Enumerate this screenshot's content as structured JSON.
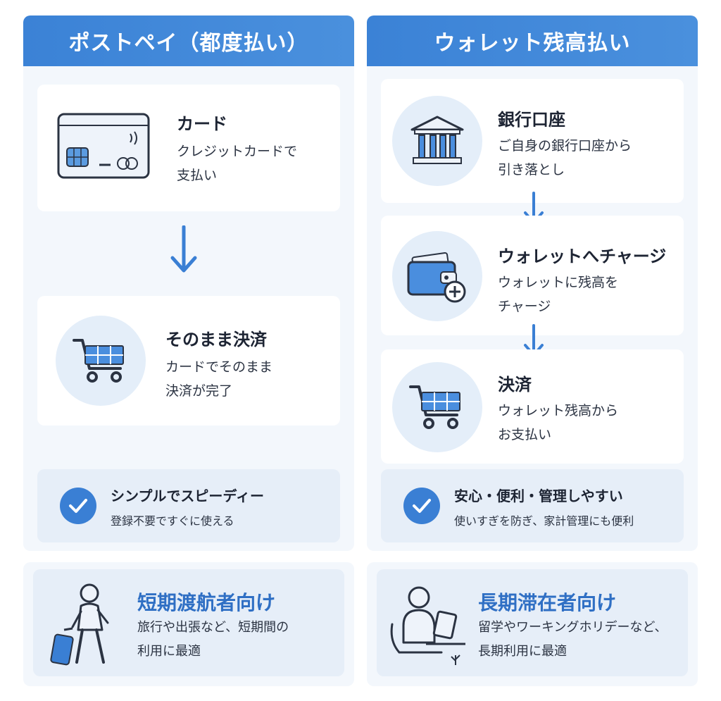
{
  "left": {
    "header": "ポストペイ（都度払い）",
    "steps": [
      {
        "icon": "credit-card-icon",
        "title": "カード",
        "desc": "クレジットカードで\n支払い"
      },
      {
        "icon": "shopping-cart-icon",
        "title": "そのまま決済",
        "desc": "カードでそのまま\n決済が完了"
      }
    ],
    "feature": {
      "title": "シンプルでスピーディー",
      "desc": "登録不要ですぐに使える"
    },
    "target": {
      "icon": "traveler-icon",
      "title": "短期渡航者向け",
      "desc": "旅行や出張など、短期間の\n利用に最適"
    }
  },
  "right": {
    "header": "ウォレット残高払い",
    "steps": [
      {
        "icon": "bank-icon",
        "title": "銀行口座",
        "desc": "ご自身の銀行口座から\n引き落とし"
      },
      {
        "icon": "wallet-plus-icon",
        "title": "ウォレットへチャージ",
        "desc": "ウォレットに残高を\nチャージ"
      },
      {
        "icon": "shopping-cart-icon",
        "title": "決済",
        "desc": "ウォレット残高から\nお支払い"
      }
    ],
    "feature": {
      "title": "安心・便利・管理しやすい",
      "desc": "使いすぎを防ぎ、家計管理にも便利"
    },
    "target": {
      "icon": "remote-worker-icon",
      "title": "長期滞在者向け",
      "desc": "留学やワーキングホリデーなど、\n長期利用に最適"
    }
  },
  "colors": {
    "accent": "#3a7fd4",
    "panel": "#f3f7fc",
    "soft": "#e6eef8"
  }
}
